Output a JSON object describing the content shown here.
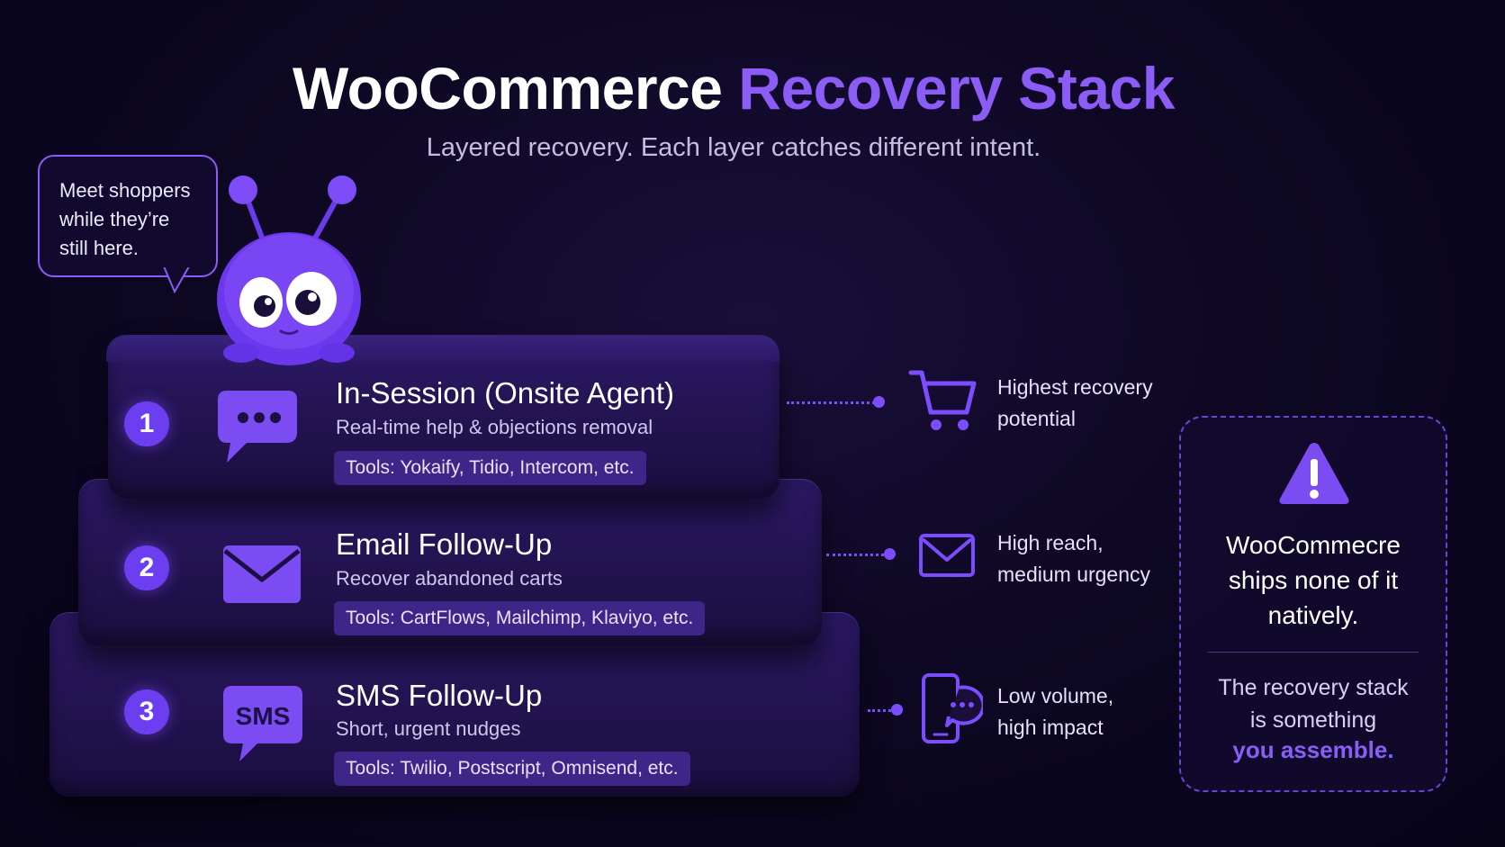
{
  "header": {
    "title_main": "WooCommerce",
    "title_accent": "Recovery Stack",
    "subtitle": "Layered recovery. Each layer catches different intent."
  },
  "speech_bubble": {
    "text_line1": "Meet shoppers",
    "text_line2": "while they’re",
    "text_line3": "still here."
  },
  "layers": [
    {
      "number": "1",
      "title": "In-Session (Onsite Agent)",
      "subtitle": "Real-time help & objections removal",
      "tools": "Tools: Yokaify, Tidio, Intercom, etc.",
      "icon": "chat-bubble-icon",
      "side_icon": "shopping-cart-icon",
      "side_line1": "Highest recovery",
      "side_line2": "potential"
    },
    {
      "number": "2",
      "title": "Email Follow-Up",
      "subtitle": "Recover abandoned carts",
      "tools": "Tools: CartFlows, Mailchimp, Klaviyo, etc.",
      "icon": "envelope-icon",
      "side_icon": "envelope-outline-icon",
      "side_line1": "High reach,",
      "side_line2": "medium urgency"
    },
    {
      "number": "3",
      "title": "SMS Follow-Up",
      "subtitle": "Short, urgent nudges",
      "tools": "Tools: Twilio, Postscript, Omnisend, etc.",
      "icon": "sms-bubble-icon",
      "icon_text": "SMS",
      "side_icon": "phone-chat-icon",
      "side_line1": "Low volume,",
      "side_line2": "high impact"
    }
  ],
  "callout": {
    "icon": "warning-triangle-icon",
    "main_line1": "WooCommecre",
    "main_line2": "ships none of it",
    "main_line3": "natively.",
    "sub_line1": "The recovery stack",
    "sub_line2": "is something",
    "accent": "you assemble."
  },
  "colors": {
    "accent": "#8b5cf6",
    "badge": "#6d3df0",
    "background": "#0e0824",
    "layer": "#2c1966",
    "tools_chip": "#3d2687"
  }
}
